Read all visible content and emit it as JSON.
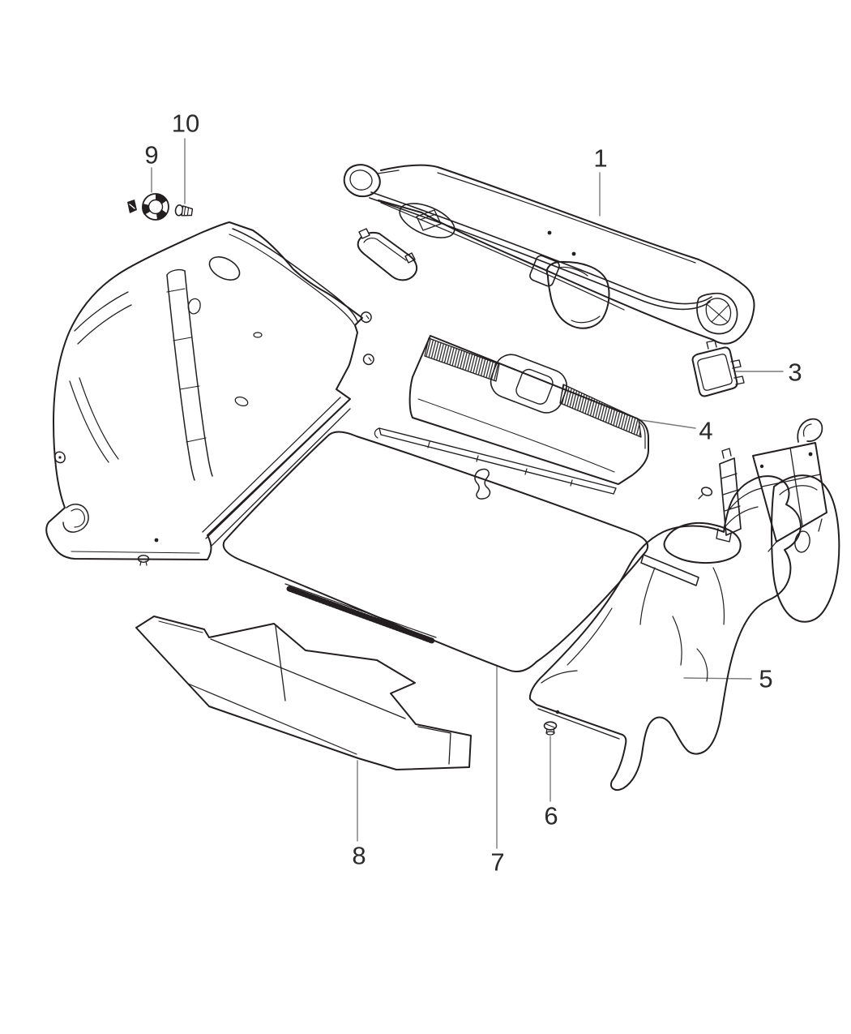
{
  "colors": {
    "background": "#ffffff",
    "line": "#231f20",
    "leader": "#7a7a7a",
    "label": "#2b2b2b"
  },
  "diagram": {
    "type": "exploded-parts-line-drawing",
    "callouts": [
      {
        "label": "1"
      },
      {
        "label": "3"
      },
      {
        "label": "4"
      },
      {
        "label": "5"
      },
      {
        "label": "6"
      },
      {
        "label": "7"
      },
      {
        "label": "8"
      },
      {
        "label": "9"
      },
      {
        "label": "10"
      }
    ]
  }
}
